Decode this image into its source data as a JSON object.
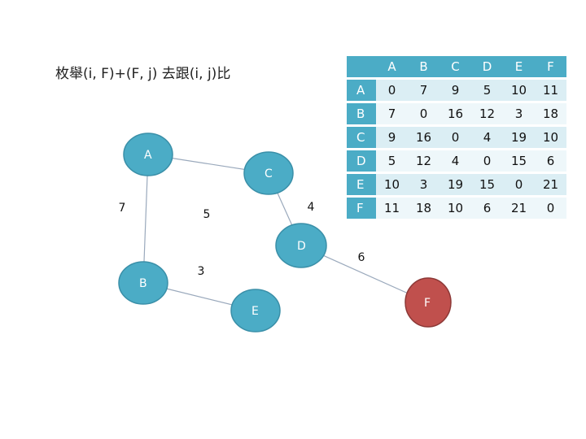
{
  "title": "枚舉(i, F)+(F, j) 去跟(i, j)比",
  "graph": {
    "nodes": [
      {
        "id": "A",
        "label": "A",
        "color": "#4bacc6"
      },
      {
        "id": "B",
        "label": "B",
        "color": "#4bacc6"
      },
      {
        "id": "C",
        "label": "C",
        "color": "#4bacc6"
      },
      {
        "id": "D",
        "label": "D",
        "color": "#4bacc6"
      },
      {
        "id": "E",
        "label": "E",
        "color": "#4bacc6"
      },
      {
        "id": "F",
        "label": "F",
        "color": "#c0504d"
      }
    ],
    "edges": [
      {
        "from": "A",
        "to": "B",
        "weight": "7"
      },
      {
        "from": "A",
        "to": "C",
        "weight": "5"
      },
      {
        "from": "C",
        "to": "D",
        "weight": "4"
      },
      {
        "from": "B",
        "to": "E",
        "weight": "3"
      },
      {
        "from": "D",
        "to": "F",
        "weight": "6"
      }
    ],
    "stroke_color": "#9aa9bc",
    "node_border": "#3a8fa8"
  },
  "matrix": {
    "columns": [
      "A",
      "B",
      "C",
      "D",
      "E",
      "F"
    ],
    "rows": [
      {
        "label": "A",
        "values": [
          "0",
          "7",
          "9",
          "5",
          "10",
          "11"
        ]
      },
      {
        "label": "B",
        "values": [
          "7",
          "0",
          "16",
          "12",
          "3",
          "18"
        ]
      },
      {
        "label": "C",
        "values": [
          "9",
          "16",
          "0",
          "4",
          "19",
          "10"
        ]
      },
      {
        "label": "D",
        "values": [
          "5",
          "12",
          "4",
          "0",
          "15",
          "6"
        ]
      },
      {
        "label": "E",
        "values": [
          "10",
          "3",
          "19",
          "15",
          "0",
          "21"
        ]
      },
      {
        "label": "F",
        "values": [
          "11",
          "18",
          "10",
          "6",
          "21",
          "0"
        ]
      }
    ]
  }
}
